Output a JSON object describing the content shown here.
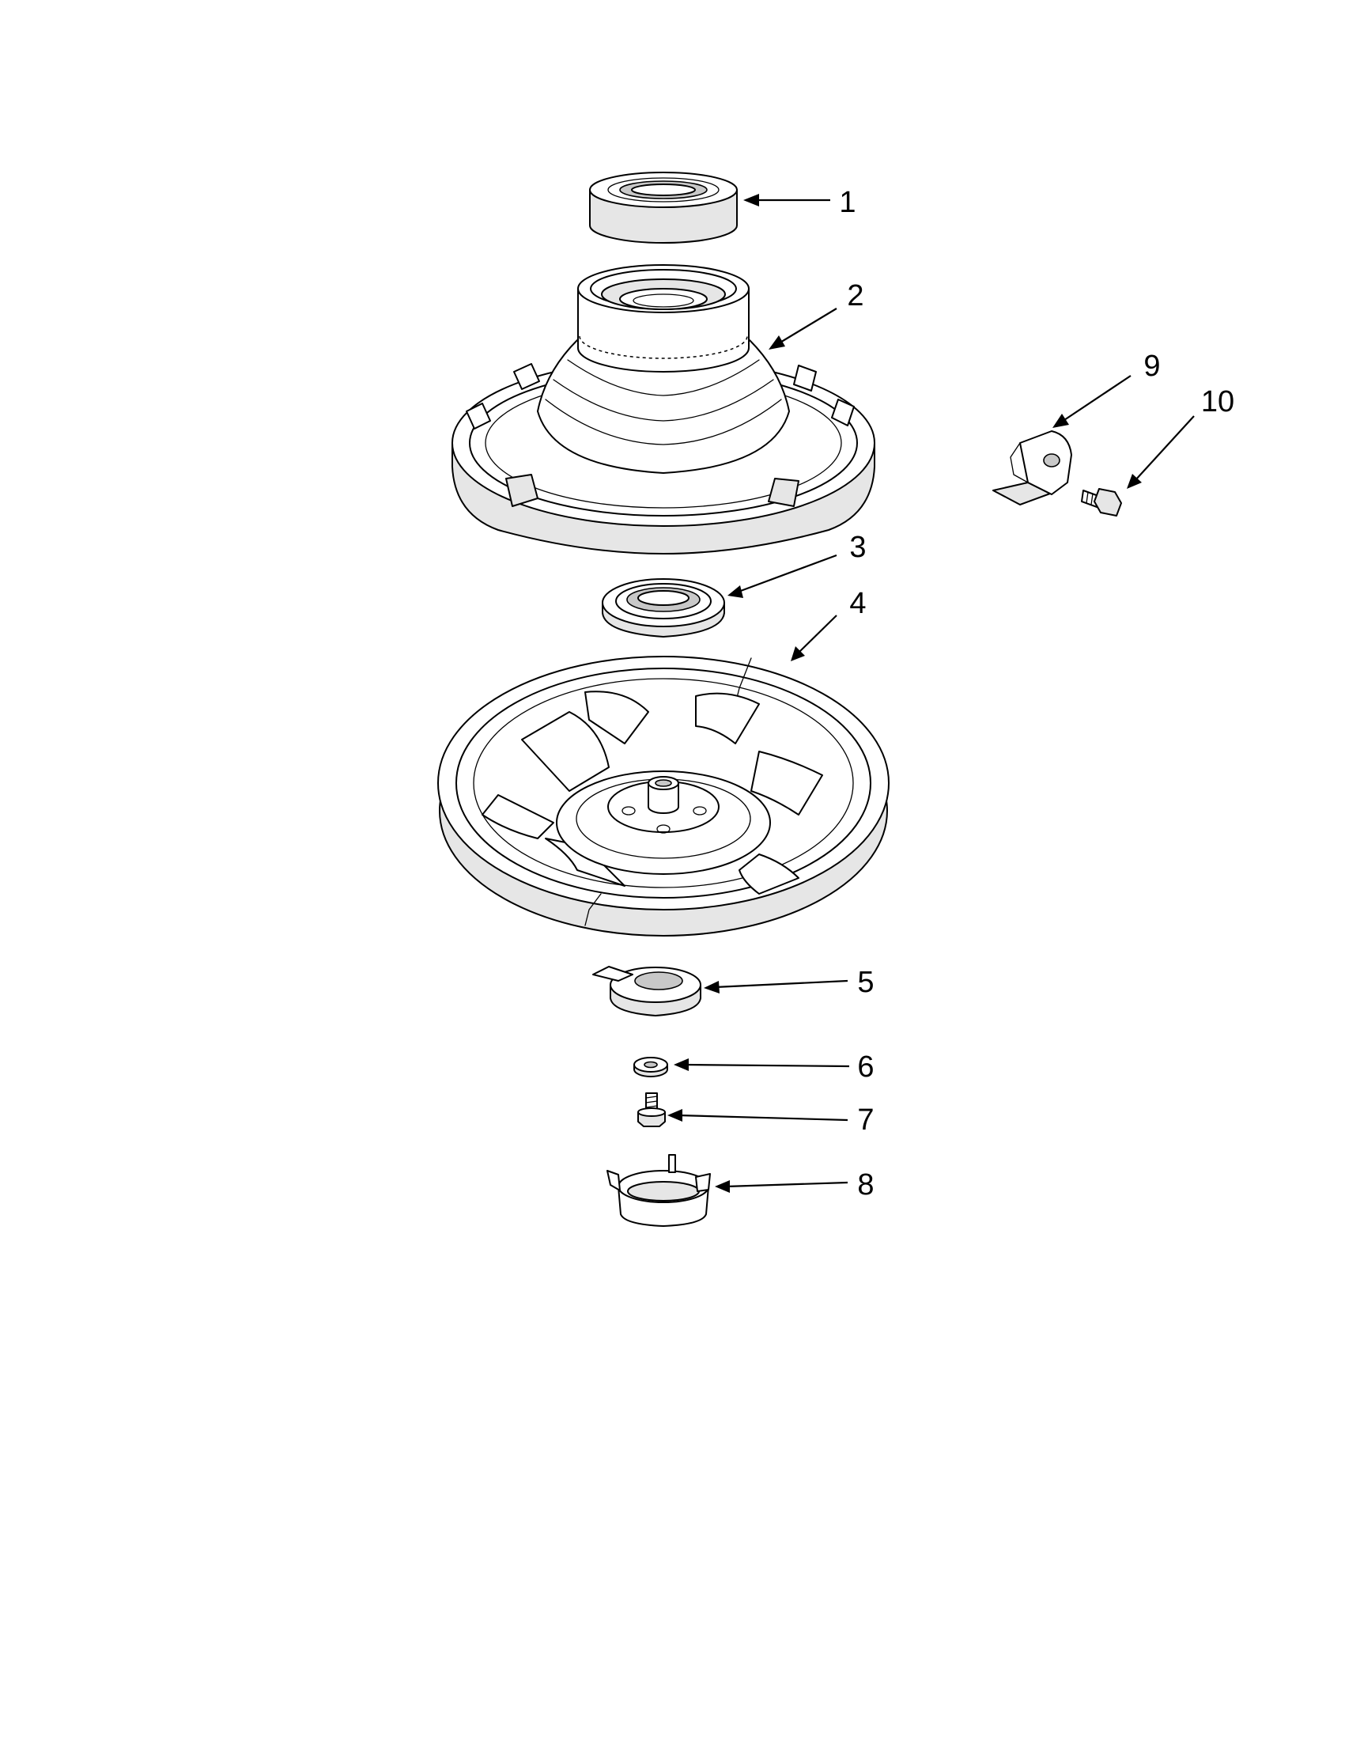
{
  "callouts": [
    {
      "id": "1",
      "label": "1"
    },
    {
      "id": "2",
      "label": "2"
    },
    {
      "id": "3",
      "label": "3"
    },
    {
      "id": "4",
      "label": "4"
    },
    {
      "id": "5",
      "label": "5"
    },
    {
      "id": "6",
      "label": "6"
    },
    {
      "id": "7",
      "label": "7"
    },
    {
      "id": "8",
      "label": "8"
    },
    {
      "id": "9",
      "label": "9"
    },
    {
      "id": "10",
      "label": "10"
    }
  ],
  "colors": {
    "line": "#000000",
    "shade": "#e6e6e6",
    "shade_dark": "#c8c8c8",
    "background": "#ffffff"
  }
}
